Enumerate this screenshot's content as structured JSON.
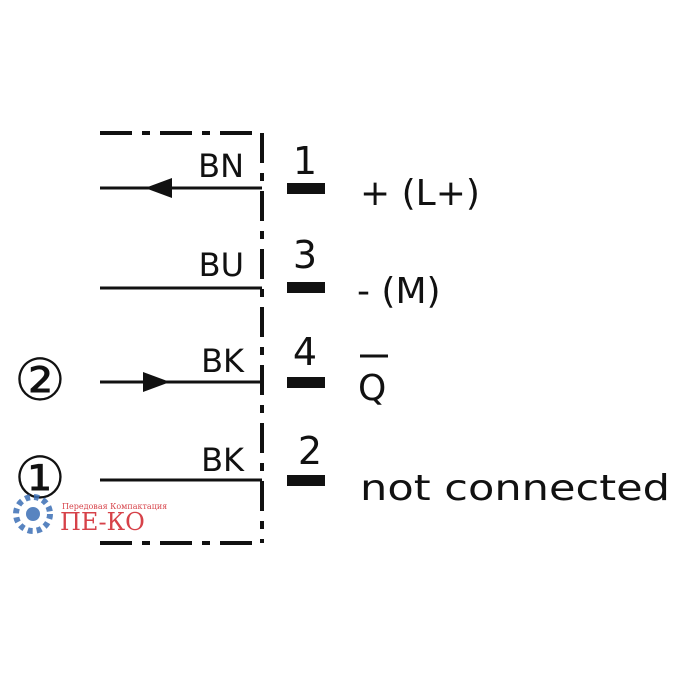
{
  "wires": [
    {
      "color": "BN",
      "pin": "1",
      "signal": "+ (L+)",
      "arrow": "left"
    },
    {
      "color": "BU",
      "pin": "3",
      "signal": "- (M)",
      "arrow": "none"
    },
    {
      "color": "BK",
      "pin": "4",
      "signal": "Q",
      "arrow": "right",
      "marker": "②",
      "overline": true
    },
    {
      "color": "BK",
      "pin": "2",
      "signal": "not connected",
      "arrow": "none",
      "marker": "①"
    }
  ],
  "watermark": {
    "tagline": "Передовая Компактация",
    "logo_text": "ПЕ-КО",
    "color": "#d0222a",
    "gear_color": "#3b6fb6"
  }
}
